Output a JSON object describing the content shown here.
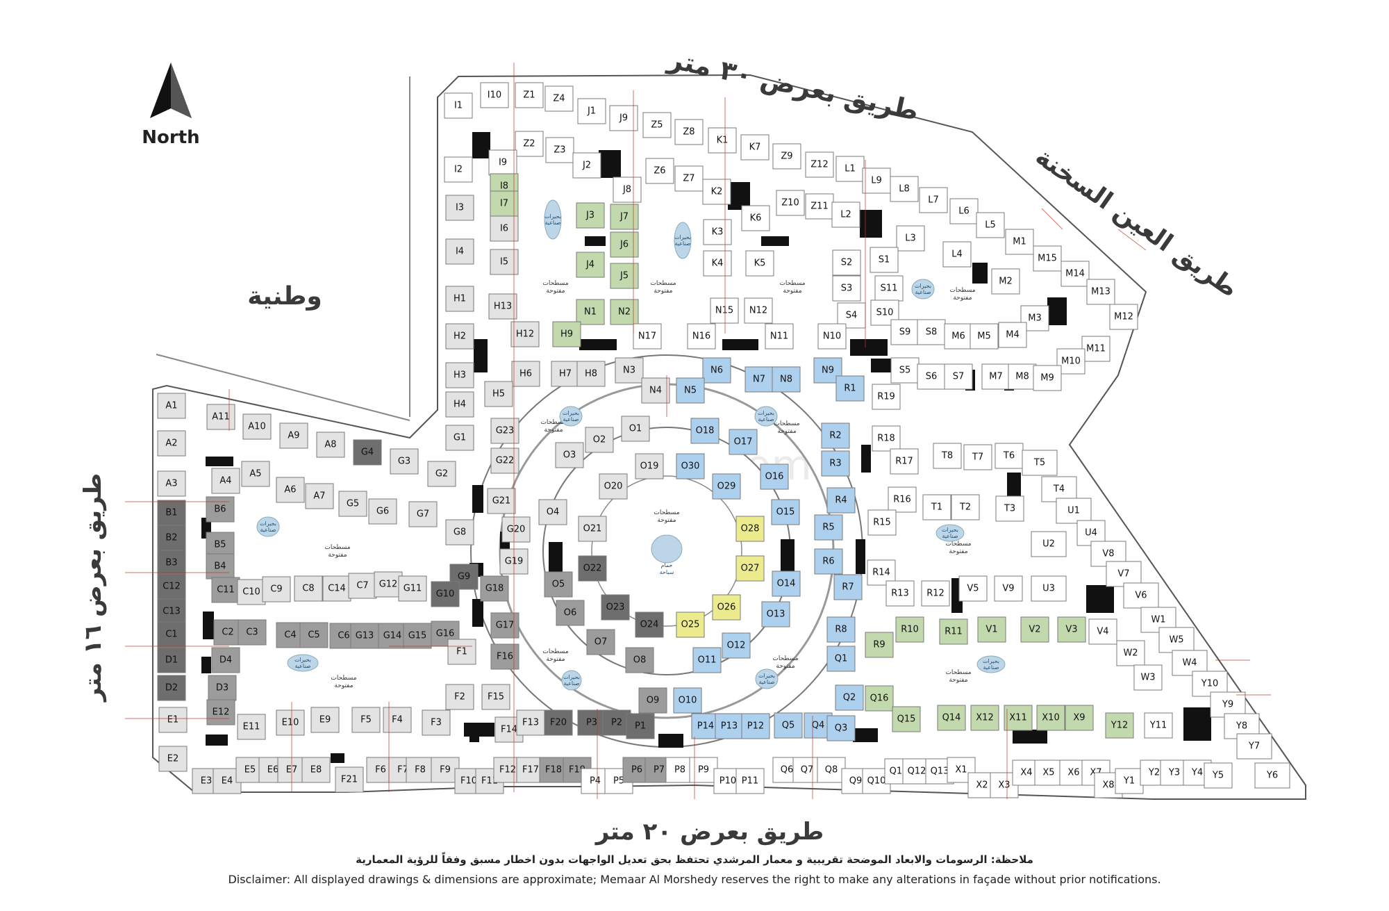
{
  "north_label": "North",
  "roads": {
    "north": "طريق بعرض ٣٠ متر",
    "north_east": "طريق العين السخنة",
    "south": "طريق بعرض ٢٠ متر",
    "west": "طريق بعرض ١٦ متر",
    "north_west_area": "وطنية"
  },
  "watermark": "elfayt.com",
  "open_area_label": [
    "مسطحات",
    "مفتوحة"
  ],
  "lake_label": [
    "بحيرات",
    "صناعية"
  ],
  "center_label": [
    "حمام",
    "سباحة"
  ],
  "colors": {
    "light_gray": "#e3e3e3",
    "mid_gray": "#9c9c9c",
    "dark_gray": "#6e6e6e",
    "green": "#c2d8ad",
    "blue": "#aed0ef",
    "yellow": "#ecec8e",
    "black": "#111111",
    "road_line": "#c0392b",
    "lake": "#bcd6e8"
  },
  "units": [
    {
      "id": "I1",
      "c": "w"
    },
    {
      "id": "I10",
      "c": "w"
    },
    {
      "id": "Z1",
      "c": "w"
    },
    {
      "id": "Z4",
      "c": "w"
    },
    {
      "id": "J1",
      "c": "w"
    },
    {
      "id": "J9",
      "c": "w"
    },
    {
      "id": "Z5",
      "c": "w"
    },
    {
      "id": "Z8",
      "c": "w"
    },
    {
      "id": "K1",
      "c": "w"
    },
    {
      "id": "K7",
      "c": "w"
    },
    {
      "id": "Z9",
      "c": "w"
    },
    {
      "id": "Z12",
      "c": "w"
    },
    {
      "id": "L1",
      "c": "w"
    },
    {
      "id": "L9",
      "c": "w"
    },
    {
      "id": "L8",
      "c": "w"
    },
    {
      "id": "L7",
      "c": "w"
    },
    {
      "id": "L6",
      "c": "w"
    },
    {
      "id": "L5",
      "c": "w"
    },
    {
      "id": "Z2",
      "c": "w"
    },
    {
      "id": "Z3",
      "c": "w"
    },
    {
      "id": "J2",
      "c": "w"
    },
    {
      "id": "Z6",
      "c": "w"
    },
    {
      "id": "Z7",
      "c": "w"
    },
    {
      "id": "K2",
      "c": "w"
    },
    {
      "id": "K6",
      "c": "w"
    },
    {
      "id": "Z10",
      "c": "w"
    },
    {
      "id": "Z11",
      "c": "w"
    },
    {
      "id": "L2",
      "c": "w"
    },
    {
      "id": "L3",
      "c": "w"
    },
    {
      "id": "L4",
      "c": "w"
    },
    {
      "id": "I9",
      "c": "w"
    },
    {
      "id": "I2",
      "c": "w"
    },
    {
      "id": "J8",
      "c": "w"
    },
    {
      "id": "M1",
      "c": "w"
    },
    {
      "id": "M15",
      "c": "w"
    },
    {
      "id": "M14",
      "c": "w"
    },
    {
      "id": "M13",
      "c": "w"
    },
    {
      "id": "M12",
      "c": "w"
    },
    {
      "id": "M2",
      "c": "w"
    },
    {
      "id": "M3",
      "c": "w"
    },
    {
      "id": "M11",
      "c": "w"
    },
    {
      "id": "M10",
      "c": "w"
    },
    {
      "id": "I8",
      "c": "g"
    },
    {
      "id": "I7",
      "c": "g"
    },
    {
      "id": "I6",
      "c": "l"
    },
    {
      "id": "I5",
      "c": "l"
    },
    {
      "id": "I3",
      "c": "l"
    },
    {
      "id": "I4",
      "c": "l"
    },
    {
      "id": "J3",
      "c": "g"
    },
    {
      "id": "J7",
      "c": "g"
    },
    {
      "id": "J6",
      "c": "g"
    },
    {
      "id": "J4",
      "c": "g"
    },
    {
      "id": "J5",
      "c": "g"
    },
    {
      "id": "N1",
      "c": "g"
    },
    {
      "id": "N2",
      "c": "g"
    },
    {
      "id": "H9",
      "c": "g"
    },
    {
      "id": "K3",
      "c": "w"
    },
    {
      "id": "K4",
      "c": "w"
    },
    {
      "id": "K5",
      "c": "w"
    },
    {
      "id": "N15",
      "c": "w"
    },
    {
      "id": "N12",
      "c": "w"
    },
    {
      "id": "S2",
      "c": "w"
    },
    {
      "id": "S1",
      "c": "w"
    },
    {
      "id": "S3",
      "c": "w"
    },
    {
      "id": "S11",
      "c": "w"
    },
    {
      "id": "S4",
      "c": "w"
    },
    {
      "id": "S10",
      "c": "w"
    },
    {
      "id": "H1",
      "c": "l"
    },
    {
      "id": "H2",
      "c": "l"
    },
    {
      "id": "H3",
      "c": "l"
    },
    {
      "id": "H4",
      "c": "l"
    },
    {
      "id": "H13",
      "c": "l"
    },
    {
      "id": "H12",
      "c": "l"
    },
    {
      "id": "N17",
      "c": "w"
    },
    {
      "id": "N16",
      "c": "w"
    },
    {
      "id": "N11",
      "c": "w"
    },
    {
      "id": "N10",
      "c": "w"
    },
    {
      "id": "S9",
      "c": "w"
    },
    {
      "id": "S8",
      "c": "w"
    },
    {
      "id": "M6",
      "c": "w"
    },
    {
      "id": "M5",
      "c": "w"
    },
    {
      "id": "M4",
      "c": "w"
    },
    {
      "id": "S5",
      "c": "w"
    },
    {
      "id": "S6",
      "c": "w"
    },
    {
      "id": "S7",
      "c": "w"
    },
    {
      "id": "M7",
      "c": "w"
    },
    {
      "id": "M8",
      "c": "w"
    },
    {
      "id": "M9",
      "c": "w"
    },
    {
      "id": "H6",
      "c": "l"
    },
    {
      "id": "H7",
      "c": "l"
    },
    {
      "id": "H8",
      "c": "l"
    },
    {
      "id": "N3",
      "c": "l"
    },
    {
      "id": "H5",
      "c": "l"
    },
    {
      "id": "N4",
      "c": "l"
    },
    {
      "id": "N6",
      "c": "b"
    },
    {
      "id": "N7",
      "c": "b"
    },
    {
      "id": "N8",
      "c": "b"
    },
    {
      "id": "N9",
      "c": "b"
    },
    {
      "id": "N5",
      "c": "b"
    },
    {
      "id": "R1",
      "c": "b"
    },
    {
      "id": "R19",
      "c": "w"
    },
    {
      "id": "R18",
      "c": "w"
    },
    {
      "id": "A1",
      "c": "l"
    },
    {
      "id": "A11",
      "c": "l"
    },
    {
      "id": "A10",
      "c": "l"
    },
    {
      "id": "A9",
      "c": "l"
    },
    {
      "id": "A8",
      "c": "l"
    },
    {
      "id": "G4",
      "c": "d"
    },
    {
      "id": "G3",
      "c": "l"
    },
    {
      "id": "G2",
      "c": "l"
    },
    {
      "id": "G1",
      "c": "l"
    },
    {
      "id": "A2",
      "c": "l"
    },
    {
      "id": "A3",
      "c": "l"
    },
    {
      "id": "A4",
      "c": "l"
    },
    {
      "id": "A5",
      "c": "l"
    },
    {
      "id": "A6",
      "c": "l"
    },
    {
      "id": "A7",
      "c": "l"
    },
    {
      "id": "G5",
      "c": "l"
    },
    {
      "id": "G6",
      "c": "l"
    },
    {
      "id": "G7",
      "c": "l"
    },
    {
      "id": "G8",
      "c": "l"
    },
    {
      "id": "G23",
      "c": "l"
    },
    {
      "id": "G22",
      "c": "l"
    },
    {
      "id": "G21",
      "c": "l"
    },
    {
      "id": "G20",
      "c": "l"
    },
    {
      "id": "G19",
      "c": "l"
    },
    {
      "id": "G18",
      "c": "m"
    },
    {
      "id": "G17",
      "c": "m"
    },
    {
      "id": "G9",
      "c": "d"
    },
    {
      "id": "G10",
      "c": "d"
    },
    {
      "id": "B1",
      "c": "d"
    },
    {
      "id": "B2",
      "c": "d"
    },
    {
      "id": "B3",
      "c": "d"
    },
    {
      "id": "C12",
      "c": "d"
    },
    {
      "id": "C13",
      "c": "d"
    },
    {
      "id": "C1",
      "c": "d"
    },
    {
      "id": "D1",
      "c": "d"
    },
    {
      "id": "D2",
      "c": "d"
    },
    {
      "id": "E1",
      "c": "l"
    },
    {
      "id": "E2",
      "c": "l"
    },
    {
      "id": "B6",
      "c": "m"
    },
    {
      "id": "B5",
      "c": "m"
    },
    {
      "id": "B4",
      "c": "m"
    },
    {
      "id": "C11",
      "c": "m"
    },
    {
      "id": "C10",
      "c": "l"
    },
    {
      "id": "C9",
      "c": "l"
    },
    {
      "id": "C8",
      "c": "l"
    },
    {
      "id": "C14",
      "c": "l"
    },
    {
      "id": "C7",
      "c": "l"
    },
    {
      "id": "G12",
      "c": "l"
    },
    {
      "id": "G11",
      "c": "l"
    },
    {
      "id": "C2",
      "c": "m"
    },
    {
      "id": "C3",
      "c": "m"
    },
    {
      "id": "C4",
      "c": "m"
    },
    {
      "id": "C5",
      "c": "m"
    },
    {
      "id": "C6",
      "c": "m"
    },
    {
      "id": "G13",
      "c": "m"
    },
    {
      "id": "G14",
      "c": "m"
    },
    {
      "id": "G15",
      "c": "m"
    },
    {
      "id": "G16",
      "c": "m"
    },
    {
      "id": "D4",
      "c": "m"
    },
    {
      "id": "D3",
      "c": "m"
    },
    {
      "id": "E12",
      "c": "m"
    },
    {
      "id": "F1",
      "c": "l"
    },
    {
      "id": "F16",
      "c": "m"
    },
    {
      "id": "F2",
      "c": "l"
    },
    {
      "id": "F15",
      "c": "l"
    },
    {
      "id": "E11",
      "c": "l"
    },
    {
      "id": "E10",
      "c": "l"
    },
    {
      "id": "E9",
      "c": "l"
    },
    {
      "id": "F5",
      "c": "l"
    },
    {
      "id": "F4",
      "c": "l"
    },
    {
      "id": "F3",
      "c": "l"
    },
    {
      "id": "F14",
      "c": "l"
    },
    {
      "id": "F13",
      "c": "l"
    },
    {
      "id": "F20",
      "c": "d"
    },
    {
      "id": "P3",
      "c": "d"
    },
    {
      "id": "P2",
      "c": "d"
    },
    {
      "id": "P1",
      "c": "d"
    },
    {
      "id": "P14",
      "c": "b"
    },
    {
      "id": "P13",
      "c": "b"
    },
    {
      "id": "P12",
      "c": "b"
    },
    {
      "id": "Q5",
      "c": "b"
    },
    {
      "id": "Q4",
      "c": "b"
    },
    {
      "id": "Q3",
      "c": "b"
    },
    {
      "id": "E3",
      "c": "l"
    },
    {
      "id": "E4",
      "c": "l"
    },
    {
      "id": "E5",
      "c": "l"
    },
    {
      "id": "E6",
      "c": "l"
    },
    {
      "id": "E7",
      "c": "l"
    },
    {
      "id": "E8",
      "c": "l"
    },
    {
      "id": "F21",
      "c": "l"
    },
    {
      "id": "F6",
      "c": "l"
    },
    {
      "id": "F7",
      "c": "l"
    },
    {
      "id": "F8",
      "c": "l"
    },
    {
      "id": "F9",
      "c": "l"
    },
    {
      "id": "F10",
      "c": "l"
    },
    {
      "id": "F11",
      "c": "l"
    },
    {
      "id": "F12",
      "c": "l"
    },
    {
      "id": "F17",
      "c": "l"
    },
    {
      "id": "F18",
      "c": "m"
    },
    {
      "id": "F19",
      "c": "m"
    },
    {
      "id": "P4",
      "c": "w"
    },
    {
      "id": "P5",
      "c": "w"
    },
    {
      "id": "P6",
      "c": "m"
    },
    {
      "id": "P7",
      "c": "m"
    },
    {
      "id": "P8",
      "c": "w"
    },
    {
      "id": "P9",
      "c": "w"
    },
    {
      "id": "P10",
      "c": "w"
    },
    {
      "id": "P11",
      "c": "w"
    },
    {
      "id": "Q6",
      "c": "w"
    },
    {
      "id": "Q7",
      "c": "w"
    },
    {
      "id": "Q8",
      "c": "w"
    },
    {
      "id": "Q9",
      "c": "w"
    },
    {
      "id": "Q10",
      "c": "w"
    },
    {
      "id": "Q11",
      "c": "w"
    },
    {
      "id": "Q12",
      "c": "w"
    },
    {
      "id": "Q13",
      "c": "w"
    },
    {
      "id": "X1",
      "c": "w"
    },
    {
      "id": "X2",
      "c": "w"
    },
    {
      "id": "X3",
      "c": "w"
    },
    {
      "id": "X4",
      "c": "w"
    },
    {
      "id": "X5",
      "c": "w"
    },
    {
      "id": "X6",
      "c": "w"
    },
    {
      "id": "X7",
      "c": "w"
    },
    {
      "id": "X8",
      "c": "w"
    },
    {
      "id": "Y1",
      "c": "w"
    },
    {
      "id": "Y2",
      "c": "w"
    },
    {
      "id": "Y3",
      "c": "w"
    },
    {
      "id": "Y4",
      "c": "w"
    },
    {
      "id": "Y5",
      "c": "w"
    },
    {
      "id": "Y6",
      "c": "w"
    },
    {
      "id": "O1",
      "c": "l"
    },
    {
      "id": "O2",
      "c": "l"
    },
    {
      "id": "O3",
      "c": "l"
    },
    {
      "id": "O4",
      "c": "l"
    },
    {
      "id": "O5",
      "c": "m"
    },
    {
      "id": "O6",
      "c": "m"
    },
    {
      "id": "O7",
      "c": "m"
    },
    {
      "id": "O8",
      "c": "m"
    },
    {
      "id": "O9",
      "c": "m"
    },
    {
      "id": "O10",
      "c": "b"
    },
    {
      "id": "O11",
      "c": "b"
    },
    {
      "id": "O12",
      "c": "b"
    },
    {
      "id": "O13",
      "c": "b"
    },
    {
      "id": "O14",
      "c": "b"
    },
    {
      "id": "O15",
      "c": "b"
    },
    {
      "id": "O16",
      "c": "b"
    },
    {
      "id": "O17",
      "c": "b"
    },
    {
      "id": "O18",
      "c": "b"
    },
    {
      "id": "O19",
      "c": "l"
    },
    {
      "id": "O20",
      "c": "l"
    },
    {
      "id": "O21",
      "c": "l"
    },
    {
      "id": "O22",
      "c": "d"
    },
    {
      "id": "O23",
      "c": "d"
    },
    {
      "id": "O24",
      "c": "d"
    },
    {
      "id": "O25",
      "c": "y"
    },
    {
      "id": "O26",
      "c": "y"
    },
    {
      "id": "O27",
      "c": "y"
    },
    {
      "id": "O28",
      "c": "y"
    },
    {
      "id": "O29",
      "c": "b"
    },
    {
      "id": "O30",
      "c": "b"
    },
    {
      "id": "R2",
      "c": "b"
    },
    {
      "id": "R3",
      "c": "b"
    },
    {
      "id": "R4",
      "c": "b"
    },
    {
      "id": "R5",
      "c": "b"
    },
    {
      "id": "R6",
      "c": "b"
    },
    {
      "id": "R7",
      "c": "b"
    },
    {
      "id": "R8",
      "c": "b"
    },
    {
      "id": "Q1",
      "c": "b"
    },
    {
      "id": "Q2",
      "c": "b"
    },
    {
      "id": "R17",
      "c": "w"
    },
    {
      "id": "R16",
      "c": "w"
    },
    {
      "id": "R15",
      "c": "w"
    },
    {
      "id": "R14",
      "c": "w"
    },
    {
      "id": "R13",
      "c": "w"
    },
    {
      "id": "R12",
      "c": "w"
    },
    {
      "id": "T8",
      "c": "w"
    },
    {
      "id": "T7",
      "c": "w"
    },
    {
      "id": "T6",
      "c": "w"
    },
    {
      "id": "T5",
      "c": "w"
    },
    {
      "id": "T1",
      "c": "w"
    },
    {
      "id": "T2",
      "c": "w"
    },
    {
      "id": "T3",
      "c": "w"
    },
    {
      "id": "T4",
      "c": "w"
    },
    {
      "id": "U1",
      "c": "w"
    },
    {
      "id": "U2",
      "c": "w"
    },
    {
      "id": "U4",
      "c": "w"
    },
    {
      "id": "V8",
      "c": "w"
    },
    {
      "id": "V7",
      "c": "w"
    },
    {
      "id": "V6",
      "c": "w"
    },
    {
      "id": "U3",
      "c": "w"
    },
    {
      "id": "V5",
      "c": "w"
    },
    {
      "id": "V9",
      "c": "w"
    },
    {
      "id": "W1",
      "c": "w"
    },
    {
      "id": "W5",
      "c": "w"
    },
    {
      "id": "W4",
      "c": "w"
    },
    {
      "id": "W2",
      "c": "w"
    },
    {
      "id": "W3",
      "c": "w"
    },
    {
      "id": "V4",
      "c": "w"
    },
    {
      "id": "R9",
      "c": "g"
    },
    {
      "id": "R10",
      "c": "g"
    },
    {
      "id": "R11",
      "c": "g"
    },
    {
      "id": "V1",
      "c": "g"
    },
    {
      "id": "V2",
      "c": "g"
    },
    {
      "id": "V3",
      "c": "g"
    },
    {
      "id": "Q16",
      "c": "g"
    },
    {
      "id": "Q15",
      "c": "g"
    },
    {
      "id": "Q14",
      "c": "g"
    },
    {
      "id": "X12",
      "c": "g"
    },
    {
      "id": "X11",
      "c": "g"
    },
    {
      "id": "X10",
      "c": "g"
    },
    {
      "id": "X9",
      "c": "g"
    },
    {
      "id": "Y12",
      "c": "g"
    },
    {
      "id": "Y11",
      "c": "w"
    },
    {
      "id": "Y10",
      "c": "w"
    },
    {
      "id": "Y9",
      "c": "w"
    },
    {
      "id": "Y8",
      "c": "w"
    },
    {
      "id": "Y7",
      "c": "w"
    }
  ],
  "disclaimer_ar": "ملاحظة: الرسومات والابعاد الموضحة تقريبية و معمار المرشدي تحتفظ بحق تعديل الواجهات بدون اخطار مسبق وفقاً للرؤية المعمارية",
  "disclaimer_en": "Disclaimer: All displayed drawings & dimensions are approximate; Memaar Al Morshedy reserves the right to make any alterations in façade without prior notifications."
}
